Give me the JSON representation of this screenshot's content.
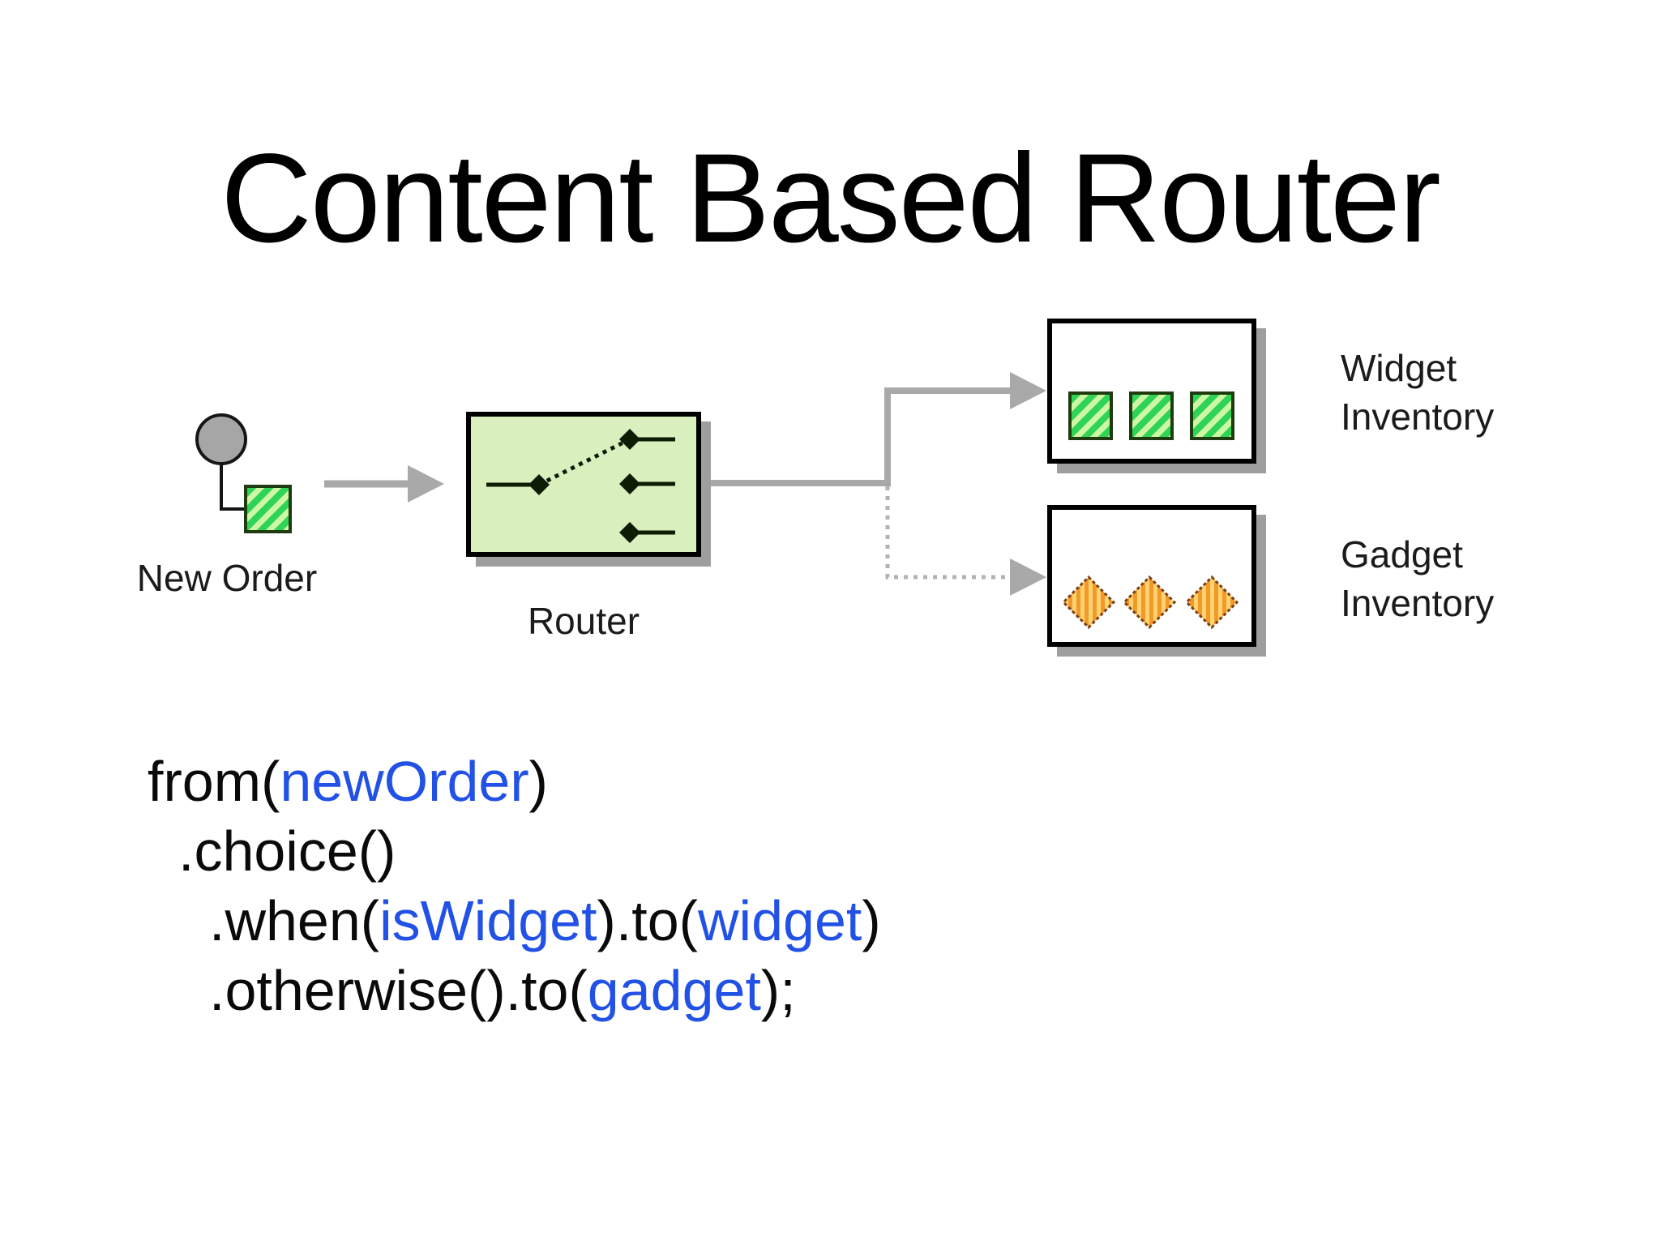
{
  "slide": {
    "title": "Content Based Router"
  },
  "diagram": {
    "new_order_label": "New Order",
    "router_label": "Router",
    "widget_inventory": {
      "line1": "Widget",
      "line2": "Inventory"
    },
    "gadget_inventory": {
      "line1": "Gadget",
      "line2": "Inventory"
    },
    "icons": {
      "source": "channel-endpoint-circle-icon",
      "message": "widget-message-square-icon",
      "router": "content-based-router-switch-icon",
      "widget_item": "widget-square-icon",
      "gadget_item": "gadget-diamond-icon"
    }
  },
  "code": {
    "lines": [
      {
        "segments": [
          {
            "text": "from(",
            "style": "plain"
          },
          {
            "text": "newOrder",
            "style": "identifier-blue"
          },
          {
            "text": ")",
            "style": "plain"
          }
        ]
      },
      {
        "segments": [
          {
            "text": ".choice()",
            "style": "plain"
          }
        ]
      },
      {
        "segments": [
          {
            "text": ".when(",
            "style": "plain"
          },
          {
            "text": "isWidget",
            "style": "identifier-blue"
          },
          {
            "text": ").to(",
            "style": "plain"
          },
          {
            "text": "widget",
            "style": "identifier-blue"
          },
          {
            "text": ")",
            "style": "plain"
          }
        ]
      },
      {
        "segments": [
          {
            "text": ".otherwise().to(",
            "style": "plain"
          },
          {
            "text": "gadget",
            "style": "identifier-blue"
          },
          {
            "text": ");",
            "style": "plain"
          }
        ]
      }
    ]
  },
  "colors": {
    "title_black": "#000000",
    "identifier_blue": "#2251e6",
    "router_fill_green": "#d9efbe",
    "widget_stripe_green": "#2fd457",
    "widget_stripe_light": "#cdf7a3",
    "gadget_stripe_orange": "#f2992a",
    "gadget_stripe_light": "#ffd470",
    "arrow_gray": "#a9a9a9",
    "shadow_gray": "#9e9e9e"
  }
}
